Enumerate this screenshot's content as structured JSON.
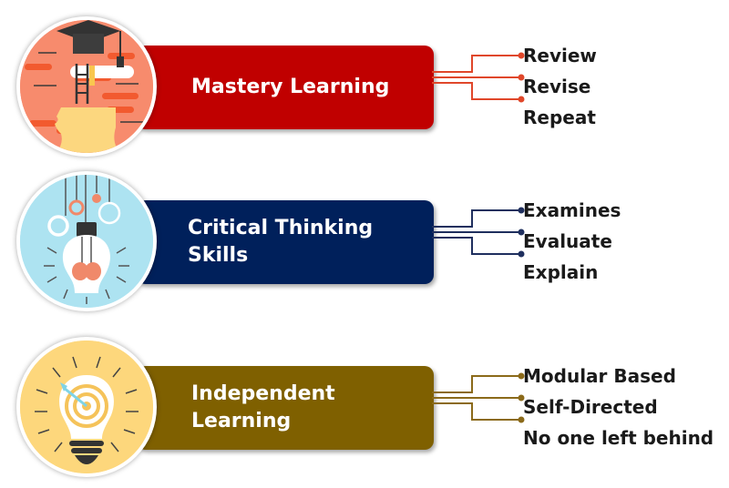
{
  "colors": {
    "mastery": "#c00000",
    "critical": "#00205b",
    "independent": "#7f6000",
    "mastery_line": "#e0472a",
    "critical_line": "#1f2f5e",
    "independent_line": "#8b6a1a"
  },
  "rows": [
    {
      "title": "Mastery Learning",
      "icon": "graduation-head-icon",
      "items": [
        "Review",
        "Revise",
        "Repeat"
      ]
    },
    {
      "title_line1": "Critical Thinking",
      "title_line2": "Skills",
      "icon": "lightbulb-brain-icon",
      "items": [
        "Examines",
        "Evaluate",
        "Explain"
      ]
    },
    {
      "title_line1": "Independent",
      "title_line2": "Learning",
      "icon": "lightbulb-target-icon",
      "items": [
        "Modular Based",
        "Self-Directed",
        "No one left behind"
      ]
    }
  ]
}
